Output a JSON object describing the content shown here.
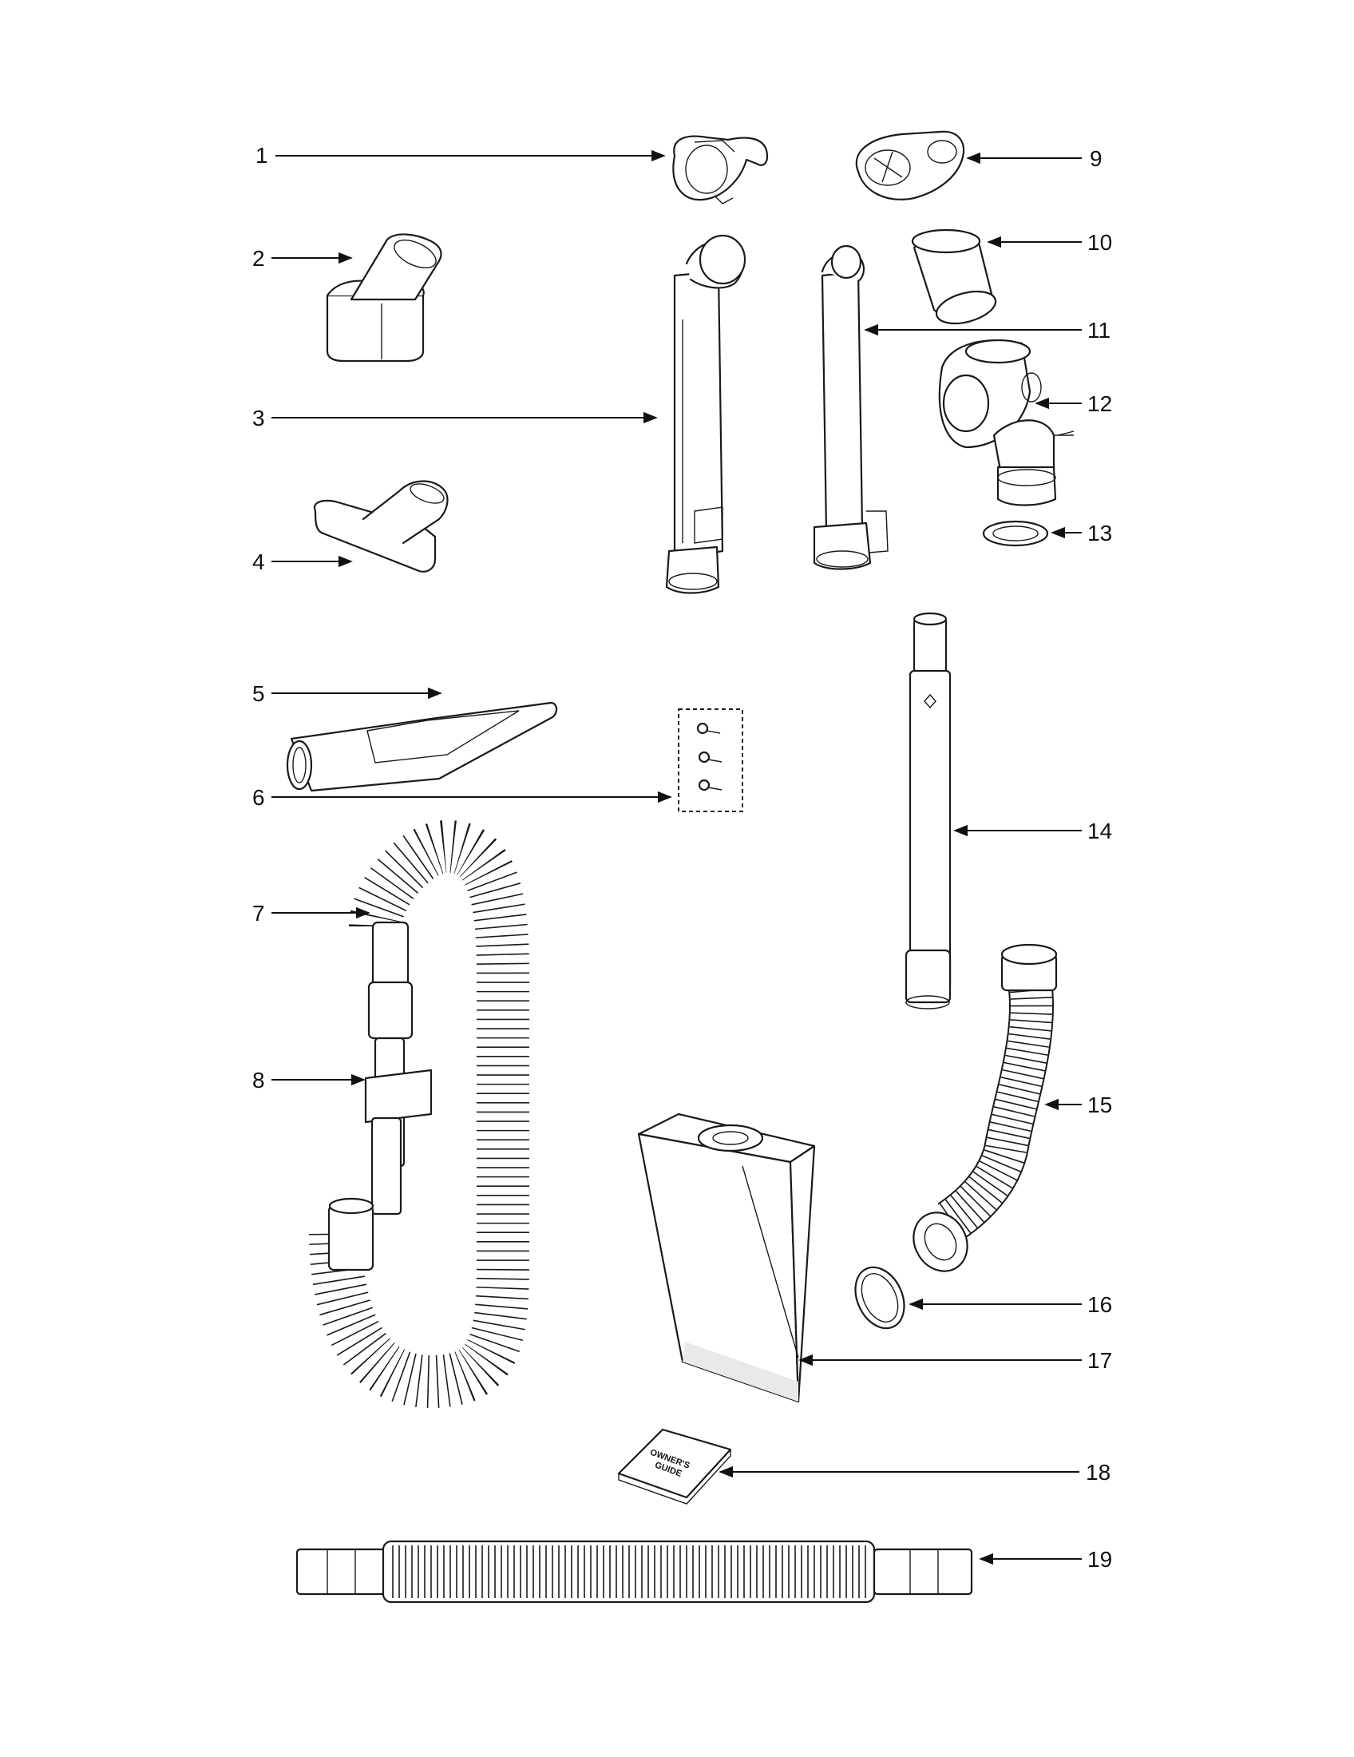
{
  "colors": {
    "line": "#1a1a1a",
    "background": "#ffffff"
  },
  "callouts": [
    "1",
    "2",
    "3",
    "4",
    "5",
    "6",
    "7",
    "8",
    "9",
    "10",
    "11",
    "12",
    "13",
    "14",
    "15",
    "16",
    "17",
    "18",
    "19"
  ],
  "book_text": {
    "line1": "OWNER'S",
    "line2": "GUIDE"
  }
}
